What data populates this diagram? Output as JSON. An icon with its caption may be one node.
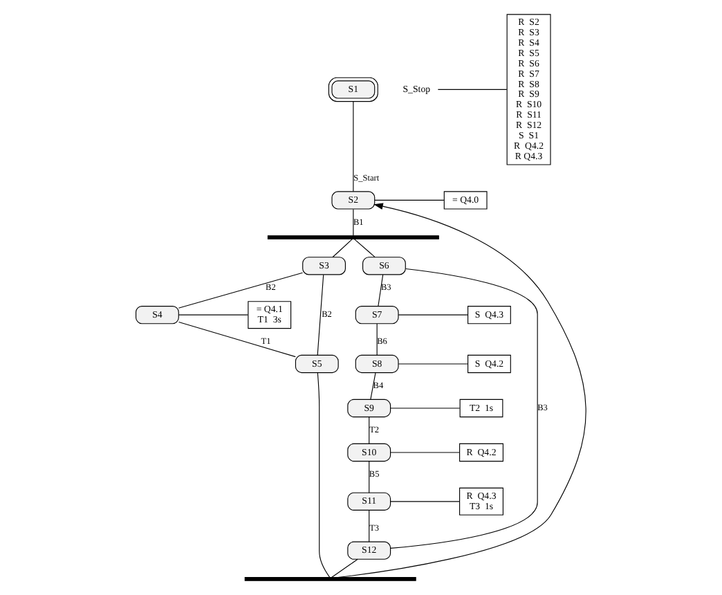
{
  "diagram": {
    "nodes": [
      {
        "text": [
          "S1"
        ]
      },
      {
        "text": [
          "S2"
        ]
      },
      {
        "text": [
          "= Q4.0"
        ]
      },
      {
        "text": [],
        "shape": "bar"
      },
      {
        "text": [
          "S3"
        ]
      },
      {
        "text": [
          "S4"
        ]
      },
      {
        "text": [
          "= Q4.1",
          "T1  3s"
        ]
      },
      {
        "text": [
          "S5"
        ]
      },
      {
        "text": [
          "S6"
        ]
      },
      {
        "text": [
          "S7"
        ]
      },
      {
        "text": [
          "S  Q4.3"
        ]
      },
      {
        "text": [
          "S8"
        ]
      },
      {
        "text": [
          "S  Q4.2"
        ]
      },
      {
        "text": [
          "S9"
        ]
      },
      {
        "text": [
          "T2  1s"
        ]
      },
      {
        "text": [
          "S10"
        ]
      },
      {
        "text": [
          "R  Q4.2"
        ]
      },
      {
        "text": [
          "S11"
        ]
      },
      {
        "text": [
          "R  Q4.3",
          "T3  1s"
        ]
      },
      {
        "text": [
          "S12"
        ]
      },
      {
        "text": [],
        "shape": "bar"
      },
      {
        "text": [
          "S_Stop"
        ]
      },
      {
        "text": [
          "R  S2",
          "R  S3",
          "R  S4",
          "R  S5",
          "R  S6",
          "R  S7",
          "R  S8",
          "R  S9",
          "R  S10",
          "R  S11",
          "R  S12",
          "S  S1",
          "R  Q4.2",
          "R Q4.3"
        ]
      }
    ],
    "edges": [
      {
        "from": 0,
        "to": 1,
        "arrow": "none",
        "label": "S_Start"
      },
      {
        "from": 1,
        "to": 2,
        "arrow": "none"
      },
      {
        "from": 1,
        "to": 3,
        "arrow": "none",
        "label": "B1"
      },
      {
        "from": 3,
        "to": 4,
        "arrow": "none"
      },
      {
        "from": 3,
        "to": 8,
        "arrow": "none"
      },
      {
        "from": 4,
        "to": 5,
        "arrow": "none",
        "label": "B2"
      },
      {
        "from": 5,
        "to": 6,
        "arrow": "none"
      },
      {
        "from": 5,
        "to": 7,
        "arrow": "none",
        "label": "T1"
      },
      {
        "from": 4,
        "to": 7,
        "arrow": "none",
        "label": "B2"
      },
      {
        "from": 7,
        "to": 20,
        "arrow": "none"
      },
      {
        "from": 8,
        "to": 9,
        "arrow": "none",
        "label": "B3"
      },
      {
        "from": 8,
        "to": 19,
        "arrow": "none",
        "label": "B3"
      },
      {
        "from": 9,
        "to": 10,
        "arrow": "none"
      },
      {
        "from": 9,
        "to": 11,
        "arrow": "none",
        "label": "B6"
      },
      {
        "from": 11,
        "to": 12,
        "arrow": "none"
      },
      {
        "from": 11,
        "to": 13,
        "arrow": "none",
        "label": "B4"
      },
      {
        "from": 13,
        "to": 14,
        "arrow": "none"
      },
      {
        "from": 13,
        "to": 15,
        "arrow": "none",
        "label": "T2"
      },
      {
        "from": 15,
        "to": 16,
        "arrow": "none"
      },
      {
        "from": 15,
        "to": 17,
        "arrow": "none",
        "label": "B5"
      },
      {
        "from": 17,
        "to": 18,
        "arrow": "none"
      },
      {
        "from": 17,
        "to": 19,
        "arrow": "none",
        "label": "T3"
      },
      {
        "from": 19,
        "to": 20,
        "arrow": "none"
      },
      {
        "from": 20,
        "to": 1,
        "arrow": "to"
      },
      {
        "from": 21,
        "to": 22,
        "arrow": "none"
      }
    ]
  }
}
